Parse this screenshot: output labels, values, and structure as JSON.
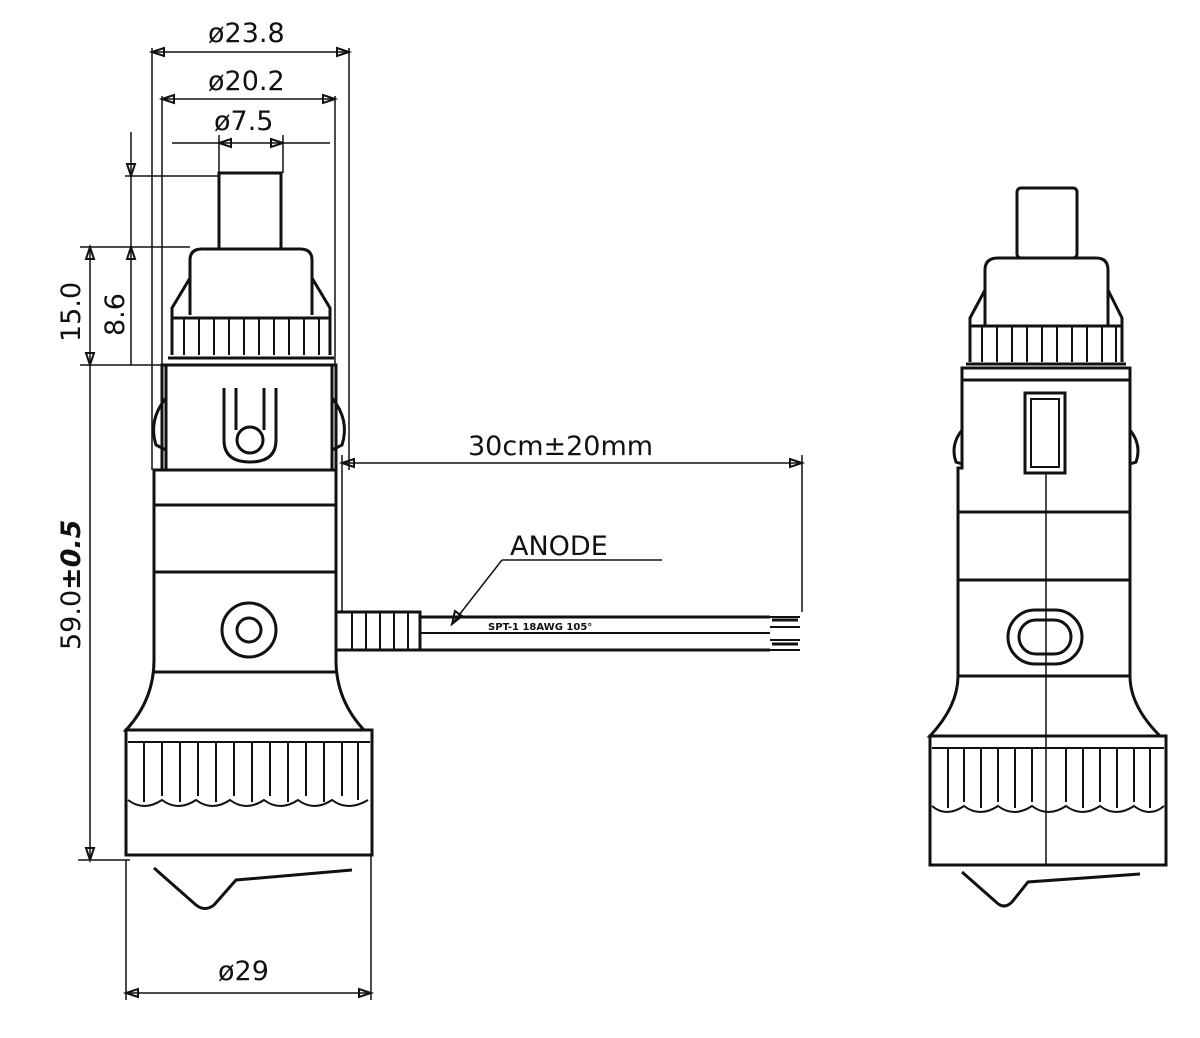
{
  "dimensions": {
    "dia_23_8": "ø23.8",
    "dia_20_2": "ø20.2",
    "dia_7_5": "ø7.5",
    "len_15_0": "15.0",
    "len_8_6": "8.6",
    "len_59_0": "59.0",
    "tolerance_59_0": "±0.5",
    "dia_29": "ø29",
    "cable_length": "30cm±20mm"
  },
  "labels": {
    "anode": "ANODE",
    "cable_print": "SPT-1 18AWG 105°"
  }
}
